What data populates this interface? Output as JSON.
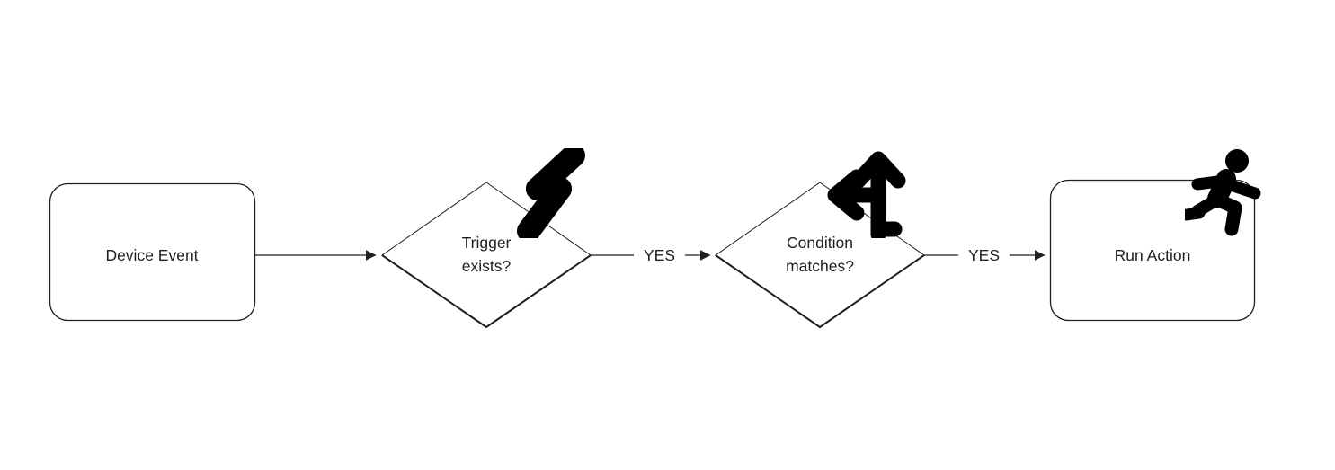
{
  "diagram": {
    "type": "flowchart",
    "orientation": "left-to-right",
    "background_color": "#ffffff",
    "stroke_color": "#1f1f1f",
    "icon_color": "#000000",
    "text_color": "#1f1f1f",
    "nodes": [
      {
        "id": "device-event",
        "shape": "rounded-rectangle",
        "label": "Device Event",
        "icon": null
      },
      {
        "id": "trigger-exists",
        "shape": "diamond",
        "label": "Trigger\nexists?",
        "label_line_1": "Trigger",
        "label_line_2": "exists?",
        "icon": "lightning-bolt-icon"
      },
      {
        "id": "condition-matches",
        "shape": "diamond",
        "label": "Condition\nmatches?",
        "label_line_1": "Condition",
        "label_line_2": "matches?",
        "icon": "branch-arrow-icon"
      },
      {
        "id": "run-action",
        "shape": "rounded-rectangle",
        "label": "Run Action",
        "icon": "running-person-icon"
      }
    ],
    "edges": [
      {
        "id": "edge-1",
        "from": "device-event",
        "to": "trigger-exists",
        "label": "",
        "arrowhead": "filled-triangle"
      },
      {
        "id": "edge-2",
        "from": "trigger-exists",
        "to": "condition-matches",
        "label": "YES",
        "arrowhead": "filled-triangle"
      },
      {
        "id": "edge-3",
        "from": "condition-matches",
        "to": "run-action",
        "label": "YES",
        "arrowhead": "filled-triangle"
      }
    ]
  }
}
